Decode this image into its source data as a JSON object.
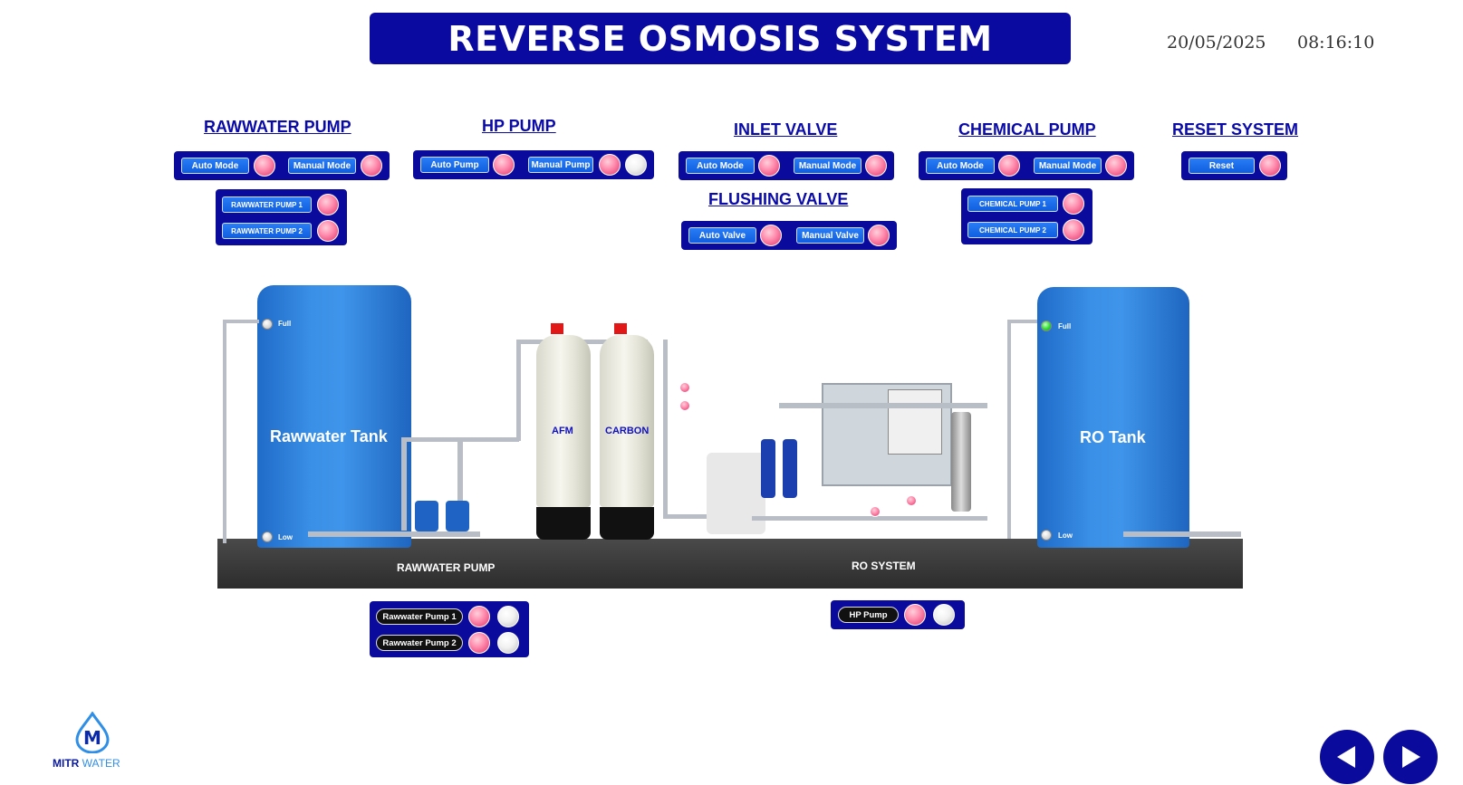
{
  "header": {
    "title": "REVERSE OSMOSIS SYSTEM",
    "date": "20/05/2025",
    "time": "08:16:10"
  },
  "controls": {
    "rawwater_pump": {
      "title": "RAWWATER PUMP",
      "auto_label": "Auto Mode",
      "manual_label": "Manual Mode",
      "pump1_label": "RAWWATER PUMP 1",
      "pump2_label": "RAWWATER PUMP 2"
    },
    "hp_pump": {
      "title": "HP PUMP",
      "auto_label": "Auto Pump",
      "manual_label": "Manual Pump"
    },
    "inlet_valve": {
      "title": "INLET VALVE",
      "auto_label": "Auto Mode",
      "manual_label": "Manual Mode"
    },
    "flushing_valve": {
      "title": "FLUSHING VALVE",
      "auto_label": "Auto Valve",
      "manual_label": "Manual Valve"
    },
    "chemical_pump": {
      "title": "CHEMICAL PUMP",
      "auto_label": "Auto Mode",
      "manual_label": "Manual Mode",
      "pump1_label": "CHEMICAL PUMP 1",
      "pump2_label": "CHEMICAL PUMP 2"
    },
    "reset_system": {
      "title": "RESET SYSTEM",
      "reset_label": "Reset"
    }
  },
  "process": {
    "raw_tank": {
      "label": "Rawwater Tank",
      "full_label": "Full",
      "low_label": "Low",
      "full_on": false,
      "low_on": false
    },
    "ro_tank": {
      "label": "RO Tank",
      "full_label": "Full",
      "low_label": "Low",
      "full_on": true,
      "low_on": false
    },
    "afm_label": "AFM",
    "carbon_label": "CARBON",
    "rawwater_pump_label": "RAWWATER PUMP",
    "ro_system_label": "RO SYSTEM"
  },
  "status": {
    "rawwater_pump1_label": "Rawwater Pump 1",
    "rawwater_pump2_label": "Rawwater Pump 2",
    "hp_pump_label": "HP Pump"
  },
  "brand": {
    "logo_text_bold": "MITR",
    "logo_text_light": "WATER"
  },
  "colors": {
    "panel": "#0a0a9c",
    "title_bar": "#0a0aa0",
    "lamp_on": "#ff8fb0",
    "tank_blue": "#3a8fe6"
  }
}
